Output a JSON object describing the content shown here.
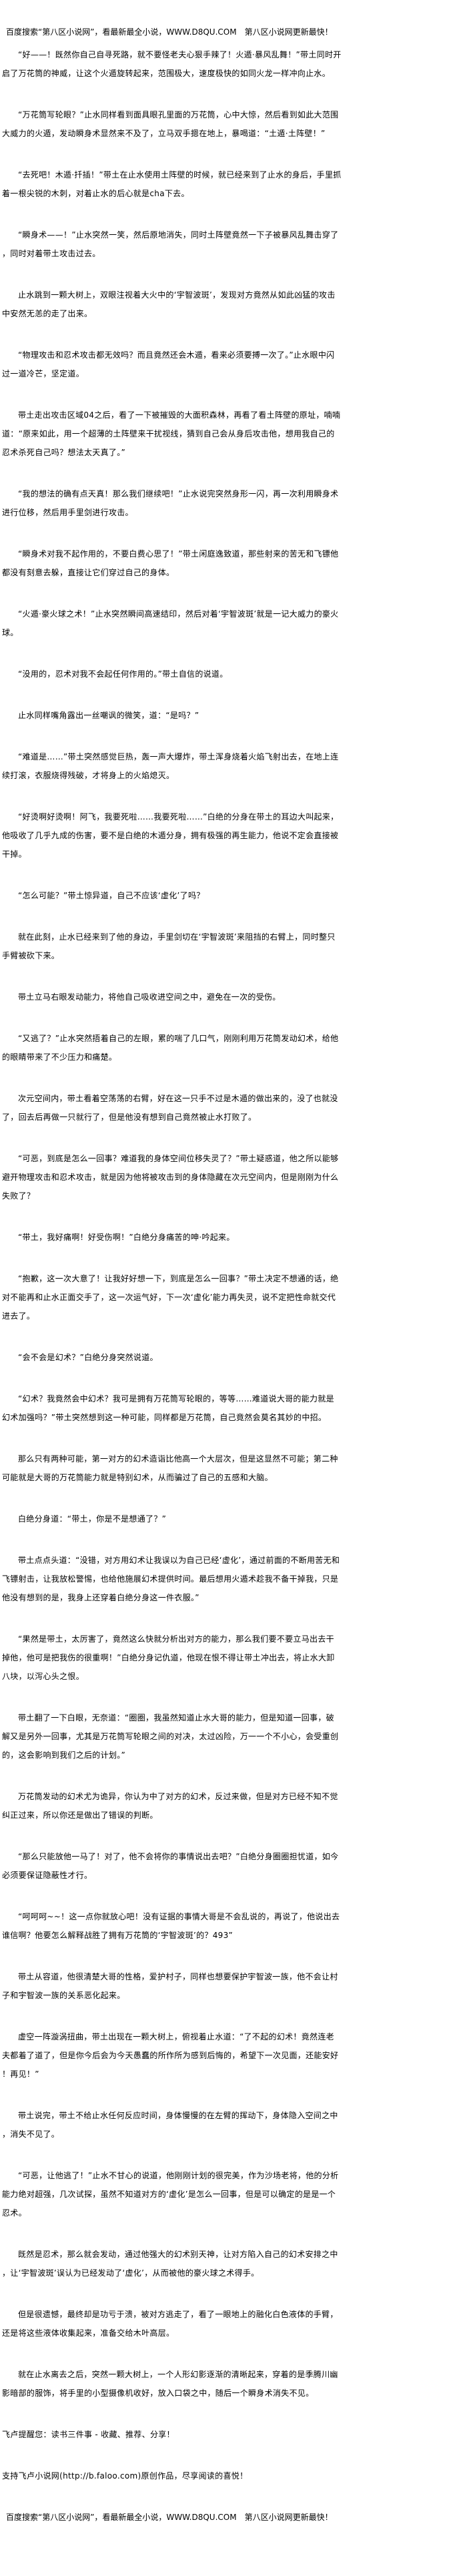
{
  "header_banner": "百度搜索“第八区小说网”，看最新最全小说，WWW.D8QU.COM　第八区小说网更新最快！",
  "paragraphs": [
    "“好——！既然你自己自寻死路，就不要怪老夫心狠手辣了！火遁·暴风乱舞！”带土同时开启了万花筒的神威，让这个火遁旋转起来，范围极大，速度极快的如同火龙一样冲向止水。",
    "“万花筒写轮眼？”止水同样看到面具眼孔里面的万花筒，心中大惊，然后看到如此大范围大威力的火遁，发动瞬身术显然来不及了，立马双手摁在地上，暴喝道：“土遁·土阵壁！”",
    "“去死吧！木遁·扦插！”带土在止水使用土阵壁的时候，就已经来到了止水的身后，手里抓着一根尖锐的木刺，对着止水的后心就是cha下去。",
    "“瞬身术——！”止水突然一笑，然后原地消失，同时土阵壁竟然一下子被暴风乱舞击穿了，同时对着带土攻击过去。",
    "止水跳到一颗大树上，双眼注视着大火中的‘宇智波斑’，发现对方竟然从如此凶猛的攻击中安然无恙的走了出来。",
    "“物理攻击和忍术攻击都无效吗？而且竟然还会木遁，看来必须要搏一次了。”止水眼中闪过一道冷芒，坚定道。",
    "带土走出攻击区域04之后，看了一下被摧毁的大面积森林，再看了看土阵壁的原址，喃喃道：“原来如此，用一个超薄的土阵壁来干扰视线，猜到自己会从身后攻击他，想用我自己的忍术杀死自己吗？想法太天真了。”",
    "“我的想法的确有点天真！那么我们继续吧！”止水说完突然身形一闪，再一次利用瞬身术进行位移，然后用手里剑进行攻击。",
    "“瞬身术对我不起作用的，不要白费心思了！”带土闲庭逸致道，那些射来的苦无和飞镖他都没有刻意去躲，直接让它们穿过自己的身体。",
    "“火遁·豪火球之术！”止水突然瞬间高速结印，然后对着‘宇智波斑’就是一记大威力的豪火球。",
    "“没用的，忍术对我不会起任何作用的。”带土自信的说道。",
    "止水同样嘴角露出一丝嘲讽的微笑，道：“是吗？”",
    "“难道是……”带土突然感觉巨热，轰一声大爆炸，带土浑身烧着火焰飞射出去，在地上连续打滚，衣服烧得残破，才将身上的火焰熄灭。",
    "“好烫啊好烫啊！阿飞，我要死啦……我要死啦……”白绝的分身在带土的耳边大叫起来，他吸收了几乎九成的伤害，要不是白绝的木遁分身，拥有极强的再生能力，他说不定会直接被干掉。",
    "“怎么可能？”带土惊异道，自己不应该‘虚化’了吗？",
    "就在此刻，止水已经来到了他的身边，手里剑切在‘宇智波斑’来阻挡的右臂上，同时整只手臂被砍下来。",
    "带土立马右眼发动能力，将他自己吸收进空间之中，避免在一次的受伤。",
    "“又逃了？”止水突然捂着自己的左眼，累的喘了几口气，刚刚利用万花筒发动幻术，给他的眼睛带来了不少压力和痛楚。",
    "次元空间内，带土看着空荡荡的右臂，好在这一只手不过是木遁的做出来的，没了也就没了，回去后再做一只就行了，但是他没有想到自己竟然被止水打败了。",
    "“可恶，到底是怎么一回事？难道我的身体空间位移失灵了？”带土疑惑道，他之所以能够避开物理攻击和忍术攻击，就是因为他将被攻击到的身体隐藏在次元空间内，但是刚刚为什么失败了？",
    "“带土，我好痛啊！好受伤啊！”白绝分身痛苦的呻·吟起来。",
    "“抱歉，这一次大意了！让我好好想一下，到底是怎么一回事？”带土决定不想通的话，绝对不能再和止水正面交手了，这一次运气好，下一次‘虚化’能力再失灵，说不定把性命就交代进去了。",
    "“会不会是幻术？”白绝分身突然说道。",
    "“幻术？我竟然会中幻术？我可是拥有万花筒写轮眼的，等等……难道说大哥的能力就是幻术加强吗？”带土突然想到这一种可能，同样都是万花筒，自己竟然会莫名其妙的中招。",
    "那么只有两种可能，第一对方的幻术造诣比他高一个大层次，但是这显然不可能；第二种可能就是大哥的万花筒能力就是特别幻术，从而骗过了自己的五感和大脑。",
    "白绝分身道：“带土，你是不是想通了？”",
    "带土点点头道：“没错，对方用幻术让我误以为自己已经‘虚化’，通过前面的不断用苦无和飞镖射击，让我放松警惕，也给他施展幻术提供时间。最后想用火遁术趁我不备干掉我，只是他没有想到的是，我身上还穿着白绝分身这一件衣服。”",
    "“果然是带土，太厉害了，竟然这么快就分析出对方的能力，那么我们要不要立马出去干掉他，他可是把我伤的很重啊！”白绝分身记仇道，他现在恨不得让带土冲出去，将止水大卸八块，以泻心头之恨。",
    "带土翻了一下白眼，无奈道：“圈圈，我虽然知道止水大哥的能力，但是知道一回事，破解又是另外一回事，尤其是万花筒写轮眼之间的对决，太过凶险，万一一个不小心，会受重创的，这会影响到我们之后的计划。”",
    "万花筒发动的幻术尤为诡异，你认为中了对方的幻术，反过来做，但是对方已经不知不觉纠正过来，所以你还是做出了错误的判断。",
    "“那么只能放他一马了！对了，他不会将你的事情说出去吧？”白绝分身圈圈担忧道，如今必须要保证隐蔽性才行。",
    "“呵呵呵~~！这一点你就放心吧！没有证据的事情大哥是不会乱说的，再说了，他说出去谁信啊？他要怎么解释战胜了拥有万花筒的‘宇智波斑’的？493”",
    "带土从容道，他很清楚大哥的性格，爱护村子，同样也想要保护宇智波一族，他不会让村子和宇智波一族的关系恶化起来。",
    "虚空一阵漩涡扭曲，带土出现在一颗大树上，俯视着止水道：“了不起的幻术！竟然连老夫都着了道了，但是你今后会为今天愚蠢的所作所为感到后悔的，希望下一次见面，还能安好！再见！”",
    "带土说完，带土不给止水任何反应时间，身体慢慢的在左臂的挥动下，身体隐入空间之中，消失不见了。",
    "“可恶，让他逃了！”止水不甘心的说道，他刚刚计划的很完美，作为沙场老将，他的分析能力绝对超强，几次试探，虽然不知道对方的‘虚化’是怎么一回事，但是可以确定的是是一个忍术。",
    "既然是忍术，那么就会发动，通过他强大的幻术别天神，让对方陷入自己的幻术安排之中，让‘宇智波斑’误认为已经发动了‘虚化’，从而被他的豪火球之术得手。",
    "但是很遗憾，最终却是功亏于溃，被对方逃走了，看了一眼地上的融化白色液体的手臂，还是将这些液体收集起来，准备交给木叶高层。",
    "就在止水离去之后，突然一颗大树上，一个人形幻影逐渐的清晰起来，穿着的是季腾川幽影暗部的服饰，将手里的小型摄像机收好，放入口袋之中，随后一个瞬身术消失不见。"
  ],
  "footer": {
    "reminder": "飞卢提醒您：读书三件事 - 收藏、推荐、分享！",
    "support": "支持飞卢小说网(http://b.faloo.com)原创作品，尽享阅读的喜悦！",
    "banner": "百度搜索“第八区小说网”，看最新最全小说，WWW.D8QU.COM　第八区小说网更新最快！"
  }
}
